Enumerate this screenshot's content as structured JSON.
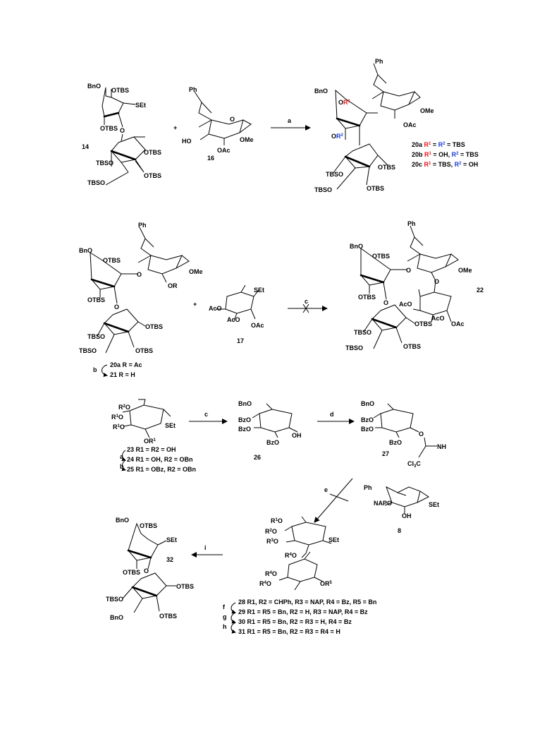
{
  "colors": {
    "red": "#e8141b",
    "blue": "#1c3fd6",
    "ink": "#000000"
  },
  "compounds": {
    "c14": "14",
    "c16": "16",
    "c17": "17",
    "c22": "22",
    "c26": "26",
    "c27": "27",
    "c8": "8",
    "c32": "32"
  },
  "labels": {
    "bno": "BnO",
    "otbs": "OTBS",
    "tbso": "TBSO",
    "set": "SEt",
    "ph": "Ph",
    "ho": "HO",
    "oac": "OAc",
    "ome": "OMe",
    "aco": "AcO",
    "or": "OR",
    "oh": "OH",
    "bzo": "BzO",
    "o": "O",
    "nh": "NH",
    "cl3c": "Cl3C",
    "napo": "NAPO",
    "or5": "OR5",
    "plus": "+"
  },
  "scheme1": {
    "step": "a",
    "defs": [
      {
        "id": "20a",
        "r1": "R1",
        "eq": " = ",
        "r2": "R2",
        "rest": " = TBS"
      },
      {
        "id": "20b",
        "r1": "R1",
        "eq": " = OH, ",
        "r2": "R2",
        "rest": " = TBS"
      },
      {
        "id": "20c",
        "r1": "R1",
        "eq": " = TBS, ",
        "r2": "R2",
        "rest": " = OH"
      }
    ]
  },
  "scheme2": {
    "step_c": "c",
    "step_b": "b",
    "defs": [
      "20a R = Ac",
      "21 R = H"
    ]
  },
  "scheme3": {
    "steps": [
      "c",
      "d",
      "e",
      "i"
    ],
    "defs": [
      {
        "step": "",
        "text": "23 R1 = R2 = OH"
      },
      {
        "step": "a",
        "text": "24 R1 = OH, R2 = OBn"
      },
      {
        "step": "b",
        "text": "25 R1 = OBz, R2 = OBn"
      }
    ]
  },
  "scheme4": {
    "defs": [
      {
        "step": "",
        "text": "28 R1, R2 = CHPh, R3 = NAP, R4 = Bz,  R5 = Bn"
      },
      {
        "step": "f",
        "text": "29 R1 = R5 = Bn, R2 = H, R3 = NAP, R4 = Bz"
      },
      {
        "step": "g",
        "text": "30 R1 = R5 = Bn, R2 = R3 = H, R4 = Bz"
      },
      {
        "step": "h",
        "text": "31 R1 = R5 = Bn, R2 = R3 = R4 = H"
      }
    ]
  }
}
